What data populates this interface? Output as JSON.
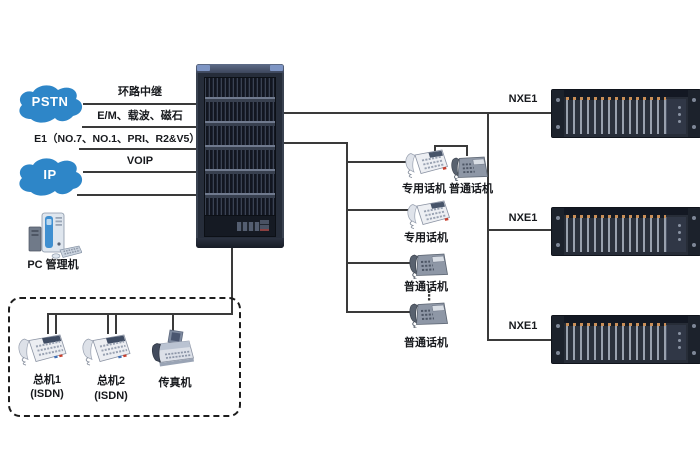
{
  "diagram": {
    "clouds": {
      "pstn": "PSTN",
      "ip": "IP"
    },
    "trunk_labels": {
      "loop": "环路中继",
      "em": "E/M、载波、磁石",
      "e1": "E1（NO.7、NO.1、PRI、R2&V5）",
      "voip": "VOIP"
    },
    "pc": {
      "label": "PC 管理机"
    },
    "station_phones": {
      "dedicated1": "专用话机",
      "ordinary1": "普通话机",
      "dedicated2": "专用话机",
      "ordinary2": "普通话机",
      "ordinary3": "普通话机",
      "more_indicator": "⋮"
    },
    "nxe1_units": {
      "u1": "NXE1",
      "u2": "NXE1",
      "u3": "NXE1"
    },
    "isdn_group": {
      "console1": "总机1",
      "console1_sub": "(ISDN)",
      "console2": "总机2",
      "console2_sub": "(ISDN)",
      "fax": "传真机"
    },
    "colors": {
      "cloud_blue": "#2e86c8",
      "connector_line": "#3a3a3a",
      "cabinet_body": "#262d3a",
      "cabinet_top_accent": "#7e95c4",
      "shelf_slot_light": "#99a1ae",
      "shelf_connector_orange": "#c98e57"
    }
  }
}
